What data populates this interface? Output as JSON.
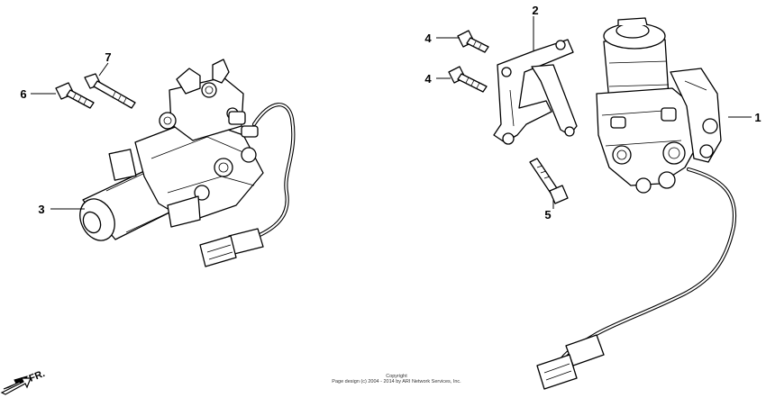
{
  "callouts": [
    {
      "id": "1",
      "text": "1"
    },
    {
      "id": "2",
      "text": "2"
    },
    {
      "id": "3",
      "text": "3"
    },
    {
      "id": "4a",
      "text": "4"
    },
    {
      "id": "4b",
      "text": "4"
    },
    {
      "id": "5",
      "text": "5"
    },
    {
      "id": "6",
      "text": "6"
    },
    {
      "id": "7",
      "text": "7"
    }
  ],
  "direction_label": "FR.",
  "copyright": {
    "line1": "Copyright",
    "line2": "Page design (c) 2004 - 2014 by ARI Network Services, Inc."
  }
}
